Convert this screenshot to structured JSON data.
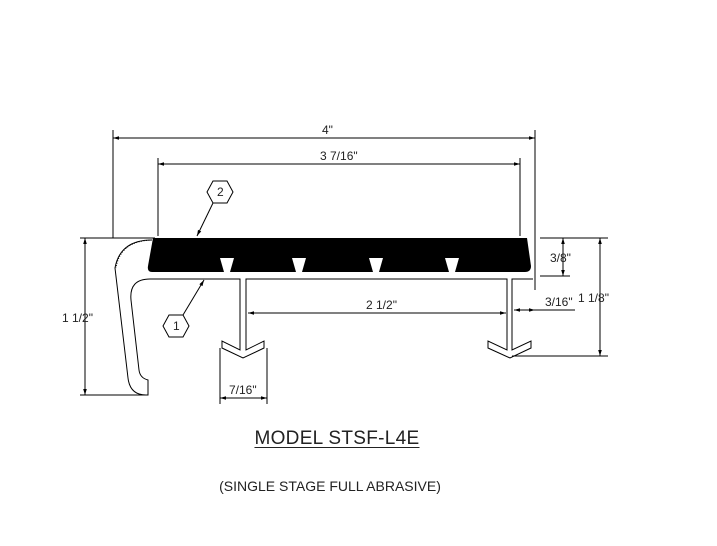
{
  "drawing": {
    "title": "MODEL STSF-L4E",
    "subtitle": "(SINGLE STAGE FULL ABRASIVE)",
    "dimensions": {
      "overall_width": "4\"",
      "tread_width": "3 7/16\"",
      "leg_spacing": "2 1/2\"",
      "leg_width": "7/16\"",
      "nose_height": "1 1/2\"",
      "total_height": "1 1/8\"",
      "tread_thickness": "3/8\"",
      "offset": "3/16\""
    },
    "callouts": [
      "2",
      "1"
    ]
  }
}
